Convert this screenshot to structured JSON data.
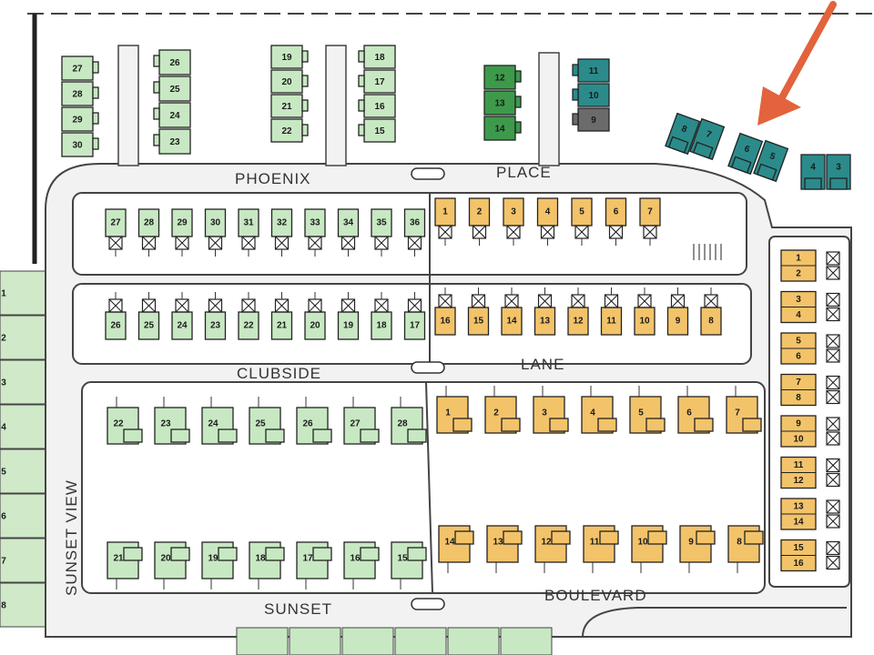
{
  "colors": {
    "green": "#c8e8c3",
    "green_dark_lot": "#3d9a4b",
    "teal": "#2b8b8b",
    "gray_lot": "#6b6b6b",
    "orange": "#f3c36a",
    "road_fill": "#f2f2f2",
    "outline": "#222222",
    "arrow": "#e2633c",
    "side_strip": "#cfe9c9"
  },
  "streets": {
    "phoenix": "PHOENIX",
    "place": "PLACE",
    "clubside": "CLUBSIDE",
    "lane": "LANE",
    "sunset": "SUNSET",
    "boulevard": "BOULEVARD",
    "sunset_view": "SUNSET VIEW"
  },
  "lots": {
    "nw_left": [
      "27",
      "28",
      "29",
      "30"
    ],
    "nw_right": [
      "26",
      "25",
      "24",
      "23"
    ],
    "nc_left": [
      "19",
      "20",
      "21",
      "22"
    ],
    "nc_right": [
      "18",
      "17",
      "16",
      "15"
    ],
    "dark_green": [
      "12",
      "13",
      "14"
    ],
    "teal_col": [
      "11",
      "10"
    ],
    "gray": [
      "9"
    ],
    "teal_angled": [
      "8",
      "7",
      "6",
      "5",
      "4",
      "3"
    ],
    "row1_green": [
      "27",
      "28",
      "29",
      "30",
      "31",
      "32",
      "33",
      "34",
      "35",
      "36"
    ],
    "row1_orange": [
      "1",
      "2",
      "3",
      "4",
      "5",
      "6",
      "7"
    ],
    "row2_green": [
      "26",
      "25",
      "24",
      "23",
      "22",
      "21",
      "20",
      "19",
      "18",
      "17"
    ],
    "row2_orange": [
      "16",
      "15",
      "14",
      "13",
      "12",
      "11",
      "10",
      "9",
      "8"
    ],
    "east_pairs": [
      [
        "1",
        "2"
      ],
      [
        "3",
        "4"
      ],
      [
        "5",
        "6"
      ],
      [
        "7",
        "8"
      ],
      [
        "9",
        "10"
      ],
      [
        "11",
        "12"
      ],
      [
        "13",
        "14"
      ],
      [
        "15",
        "16"
      ]
    ],
    "row3_green": [
      "22",
      "23",
      "24",
      "25",
      "26",
      "27",
      "28"
    ],
    "row3_orange": [
      "1",
      "2",
      "3",
      "4",
      "5",
      "6",
      "7"
    ],
    "row4_green": [
      "21",
      "20",
      "19",
      "18",
      "17",
      "16",
      "15"
    ],
    "row4_orange": [
      "14",
      "13",
      "12",
      "11",
      "10",
      "9",
      "8"
    ],
    "side_strip": [
      "1",
      "2",
      "3",
      "4",
      "5",
      "6",
      "7",
      "8"
    ]
  }
}
